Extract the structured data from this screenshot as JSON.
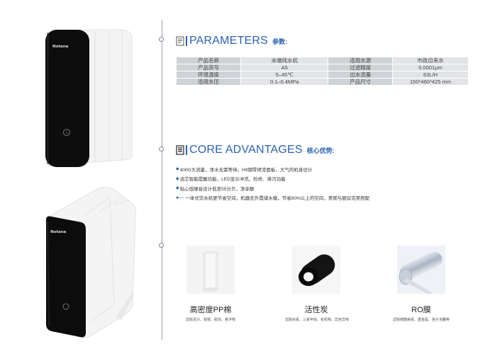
{
  "brand": "Notana",
  "parameters": {
    "title_en": "PARAMETERS",
    "title_cn": "参数:",
    "rows": [
      [
        "产品名称",
        "末端纯水机",
        "适用水源",
        "市政自来水"
      ],
      [
        "产品货号",
        "A5",
        "过滤精度",
        "0.0001μm"
      ],
      [
        "环境温度",
        "5–45℃",
        "出水流量",
        "63L/H"
      ],
      [
        "适用水压",
        "0.1–0.4MPa",
        "产品尺寸",
        "150*460*425 mm"
      ]
    ]
  },
  "advantages": {
    "title_en": "CORE ADVANTAGES",
    "title_cn": "核心优势:",
    "items": [
      "400G大流量，净水无需等待，H9钢琴烤漆面板，大气的机身设计",
      "滤芯智能提醒功能，LED显示冲洗、检修、排污功能",
      "贴心低噪音设计低至55分贝，净享静",
      "一体式饮水机更节省空间，机器无外置储水桶，节省80%以上的空间，美观与厨房完美搭配"
    ]
  },
  "filters": [
    {
      "name": "高密度PP棉",
      "desc": "滤除泥沙、铁锈、胶体、悬浮物"
    },
    {
      "name": "活性炭",
      "desc": "滤除余氯、三氯甲烷、有机物、异色异味"
    },
    {
      "name": "RO膜",
      "desc": "滤除细菌病毒、重金属、抱子泡囊等"
    }
  ],
  "colors": {
    "accent": "#2a62b0",
    "device_black": "#0d0d0e",
    "table_key": "#cfd2d6",
    "table_val": "#e2e4e7"
  }
}
